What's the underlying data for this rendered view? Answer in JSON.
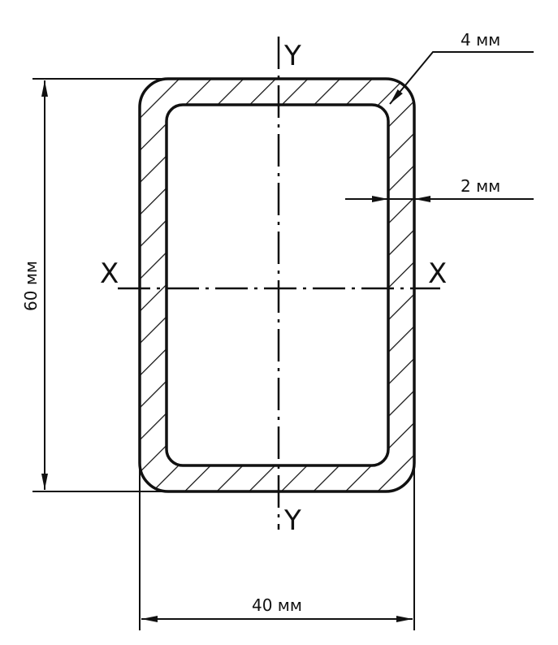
{
  "diagram": {
    "axis_labels": {
      "y_top": "Y",
      "y_bottom": "Y",
      "x_left": "X",
      "x_right": "X"
    },
    "dimensions": {
      "corner_radius": "4 мм",
      "wall_thickness": "2 мм",
      "height": "60 мм",
      "width": "40 мм"
    },
    "colors": {
      "line": "#111111",
      "background": "#ffffff"
    }
  }
}
